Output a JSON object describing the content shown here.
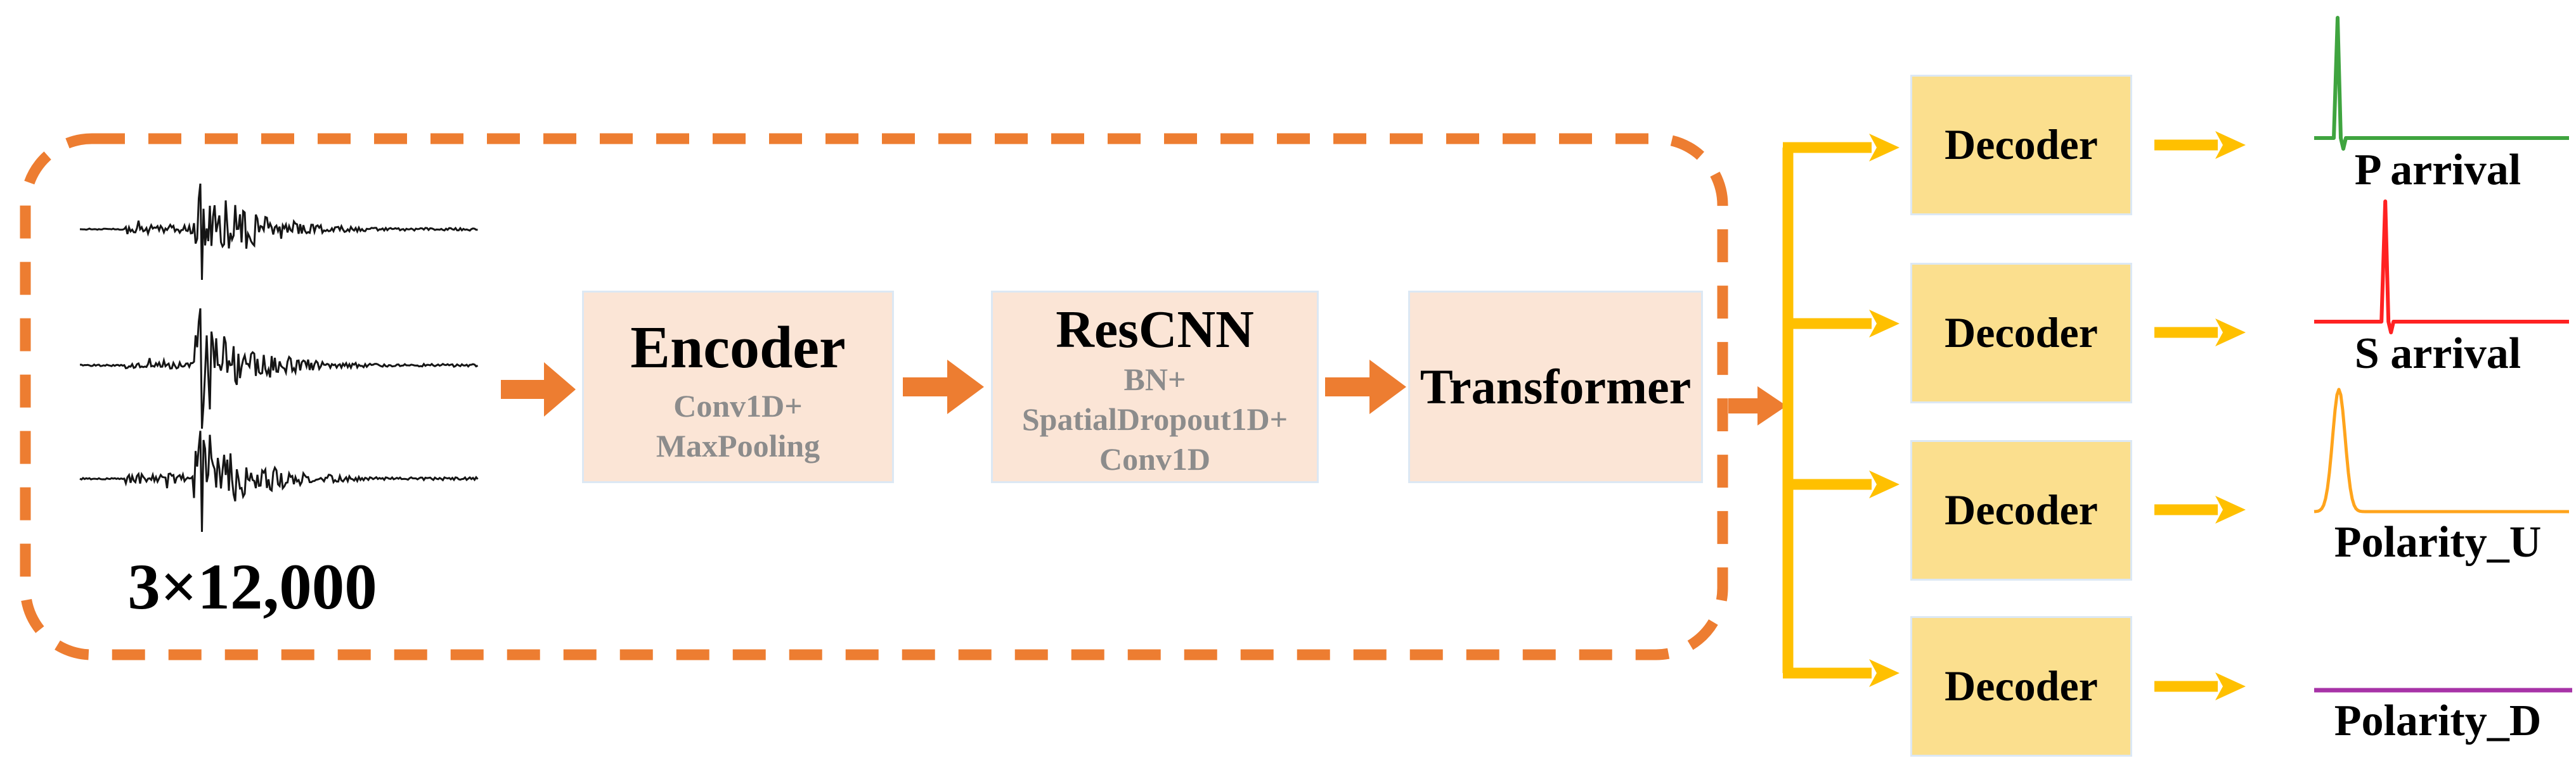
{
  "diagram": {
    "input": {
      "shape_label": "3×12,000",
      "trace_count": 3,
      "waveforms": {
        "traces": [
          {
            "seed": 11,
            "noise": 1.0,
            "spike": 1.0
          },
          {
            "seed": 23,
            "noise": 0.72,
            "spike": 1.25
          },
          {
            "seed": 37,
            "noise": 1.1,
            "spike": 1.05
          }
        ]
      }
    },
    "encoder": {
      "title": "Encoder",
      "sublines": [
        "Conv1D+",
        "MaxPooling"
      ]
    },
    "rescnn": {
      "title": "ResCNN",
      "sublines": [
        "BN+",
        "SpatialDropout1D+",
        "Conv1D"
      ]
    },
    "transformer": {
      "title": "Transformer"
    },
    "decoder_label": "Decoder",
    "decoder_count": 4,
    "outputs": [
      {
        "label": "P arrival",
        "type": "spike",
        "color": "#3FA43F",
        "peak_frac": 0.097
      },
      {
        "label": "S arrival",
        "type": "spike",
        "color": "#FF2222",
        "peak_frac": 0.284
      },
      {
        "label": "Polarity_U",
        "type": "gaussian",
        "color": "#FFA41C",
        "peak_frac": 0.097
      },
      {
        "label": "Polarity_D",
        "type": "flat",
        "color": "#A733A7",
        "peak_frac": null
      }
    ],
    "colors": {
      "accent_orange": "#ED7D31",
      "gold": "#FFC000",
      "block_fill": "#FBE5D6",
      "decoder_fill": "#FBDF8E",
      "sub_text": "#8C8C8C",
      "waveform": "#151515"
    }
  }
}
